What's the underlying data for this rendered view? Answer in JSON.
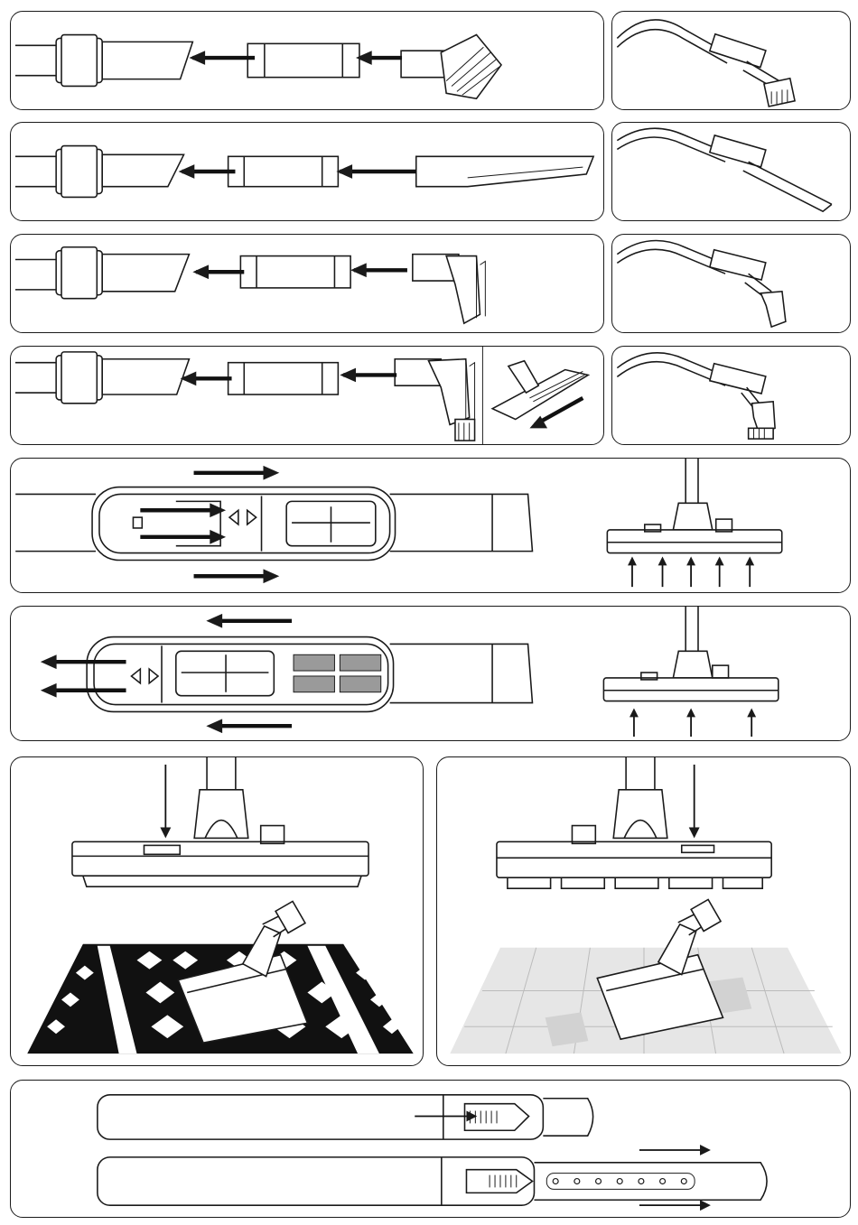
{
  "page": {
    "title": "",
    "background": "#ffffff",
    "ink_color": "#1a1a1a"
  },
  "illustrations": [
    {
      "id": "brush-attachment",
      "icon": "round-dusting-brush-icon"
    },
    {
      "id": "crevice-attachment",
      "icon": "crevice-nozzle-icon"
    },
    {
      "id": "upholstery-attachment",
      "icon": "upholstery-nozzle-icon"
    },
    {
      "id": "upholstery-brush-attachment",
      "icon": "upholstery-brush-icon"
    },
    {
      "id": "floor-head-release",
      "icon": "floor-head-icon"
    },
    {
      "id": "floor-head-attach",
      "icon": "floor-head-icon"
    },
    {
      "id": "carpet-mode",
      "icon": "carpet-icon"
    },
    {
      "id": "hard-floor-mode",
      "icon": "wood-floor-icon"
    },
    {
      "id": "telescopic-tube",
      "icon": "telescopic-tube-icon"
    }
  ]
}
